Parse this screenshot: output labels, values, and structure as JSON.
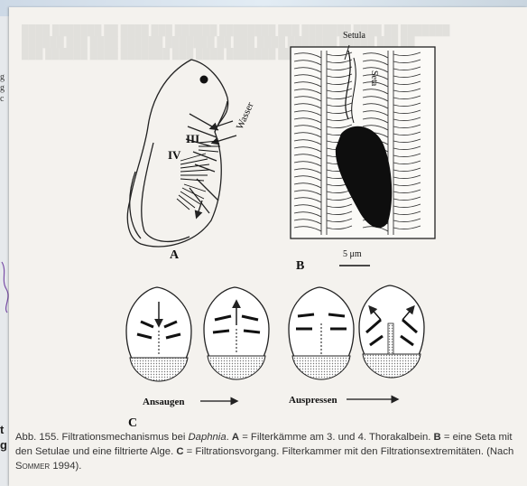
{
  "background": {
    "left_text_lines": [
      "g",
      "g",
      "c"
    ],
    "left_bottom_lines": [
      "t",
      "g"
    ]
  },
  "figure": {
    "panel_a": {
      "label": "A",
      "roman_iii": "III",
      "roman_iv": "IV",
      "wasser": "Wasser"
    },
    "panel_b": {
      "label": "B",
      "setula": "Setula",
      "seta": "Seta",
      "scale": "5 μm"
    },
    "panel_c": {
      "label": "C",
      "ansaugen": "Ansaugen",
      "auspressen": "Auspressen"
    }
  },
  "caption": {
    "prefix": "Abb. 155. Filtrationsmechanismus bei ",
    "genus": "Daphnia",
    "after_genus": ". ",
    "a_label": "A",
    "a_text": " = Filterkämme am 3. und 4. Thorakalbein.",
    "b_label": "B",
    "b_text": " = eine Seta mit den Setulae und eine filtrierte Alge. ",
    "c_label": "C",
    "c_text": " = Filtrationsvorgang. Filterkammer mit den Filtrationsextremitäten. (Nach ",
    "author": "Sommer",
    "year": " 1994)."
  }
}
